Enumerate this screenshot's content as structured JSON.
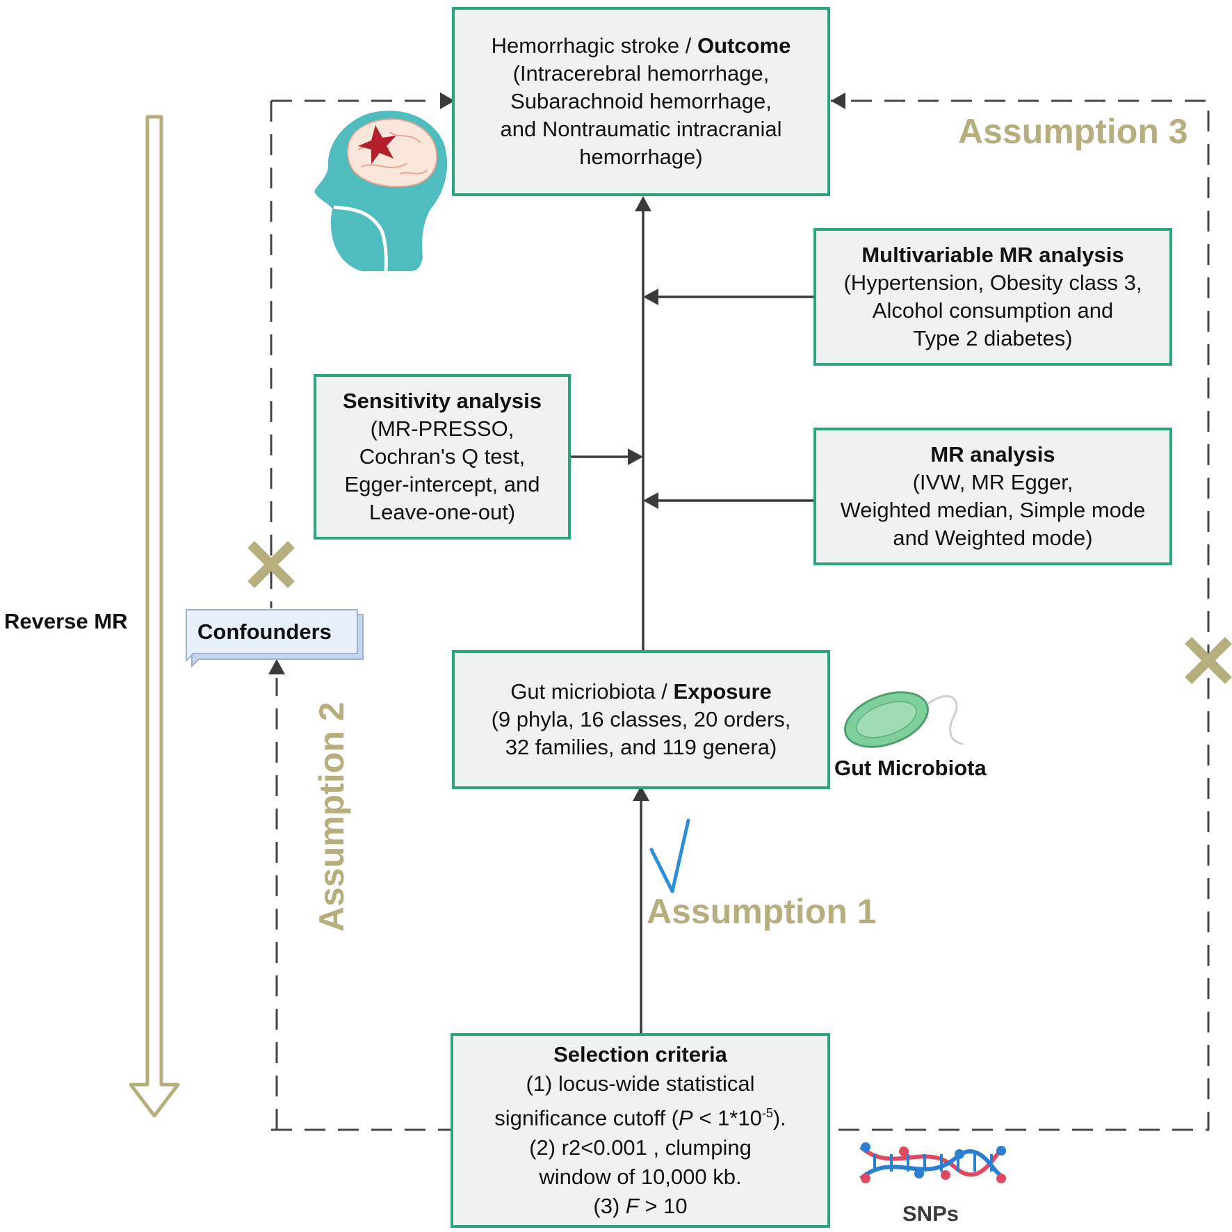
{
  "outcome": {
    "title_prefix": "Hemorrhagic stroke / ",
    "title_bold": "Outcome",
    "lines": [
      "(Intracerebral hemorrhage,",
      "Subarachnoid hemorrhage,",
      "and Nontraumatic intracranial",
      "hemorrhage)"
    ]
  },
  "multivariable": {
    "title": "Multivariable MR analysis",
    "lines": [
      "(Hypertension, Obesity class 3,",
      "Alcohol consumption and",
      "Type 2 diabetes)"
    ]
  },
  "sensitivity": {
    "title": "Sensitivity analysis",
    "lines": [
      "(MR-PRESSO,",
      "Cochran's Q test,",
      "Egger-intercept, and",
      "Leave-one-out)"
    ]
  },
  "mr_analysis": {
    "title": "MR analysis",
    "lines": [
      "(IVW, MR Egger,",
      "Weighted median, Simple mode",
      "and Weighted mode)"
    ]
  },
  "exposure": {
    "title_prefix": "Gut micriobiota / ",
    "title_bold": "Exposure",
    "lines": [
      "(9 phyla, 16 classes, 20 orders,",
      "32 families, and 119 genera)"
    ]
  },
  "selection": {
    "title": "Selection criteria",
    "line1": "(1)  locus-wide statistical",
    "line2_pre": "significance cutoff (",
    "line2_italic": "P",
    "line2_mid": " < 1*10",
    "line2_sup": "-5",
    "line2_post": ").",
    "line3": "(2) r2<0.001 , clumping",
    "line4": "window of 10,000 kb.",
    "line5_pre": "(3) ",
    "line5_italic": "F",
    "line5_post": " > 10"
  },
  "assumptions": {
    "a1": "Assumption 1",
    "a2": "Assumption 2",
    "a3": "Assumption 3"
  },
  "labels": {
    "reverse_mr": "Reverse MR",
    "confounders": "Confounders",
    "gut_microbiota": "Gut Microbiota",
    "snps": "SNPs"
  },
  "colors": {
    "box_border": "#2aa57f",
    "box_fill": "#eef3f1",
    "assumption_text": "#b7ae7e",
    "check_mark": "#2b8fd6",
    "star": "#b3202a",
    "head": "#4fbcbe"
  }
}
